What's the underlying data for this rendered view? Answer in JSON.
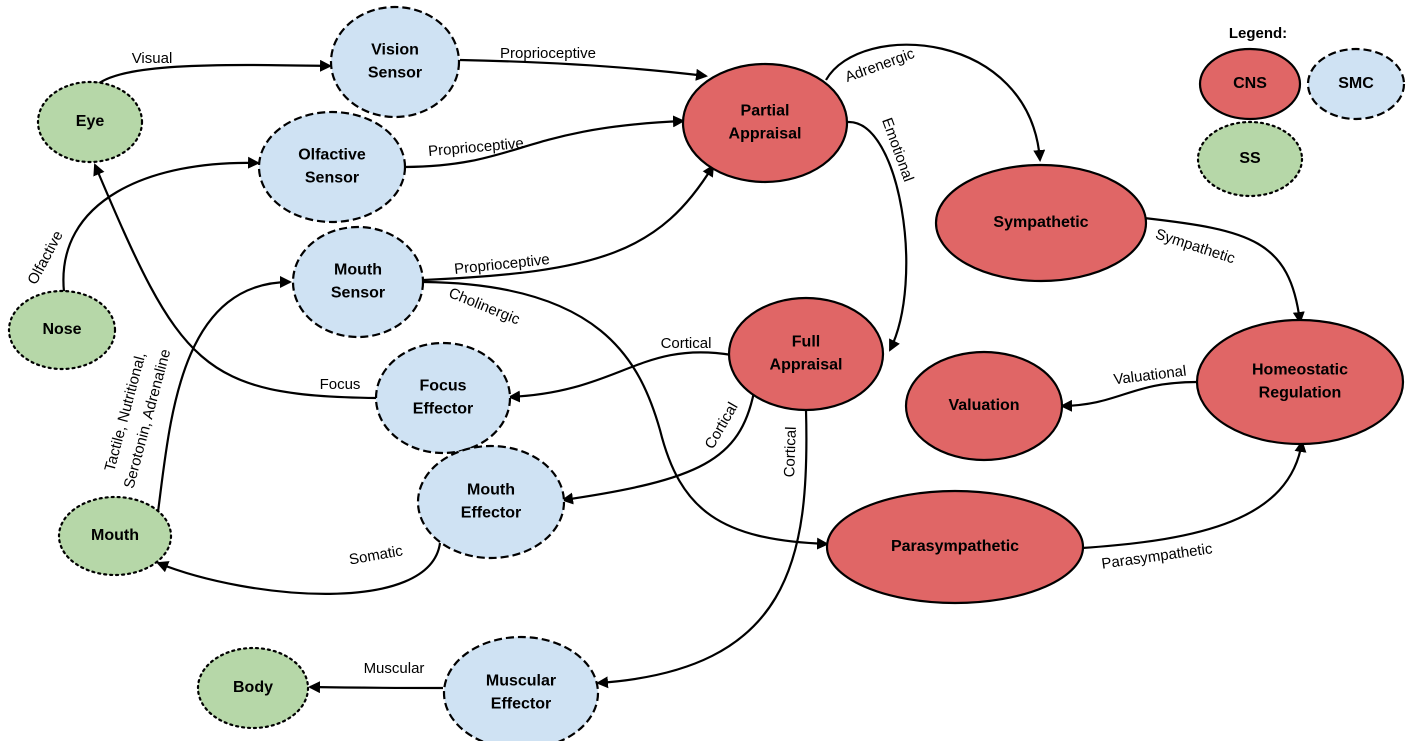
{
  "colors": {
    "cns": "#e06666",
    "smc": "#cfe2f3",
    "ss": "#b6d7a8",
    "stroke": "#000000"
  },
  "legend": {
    "title": "Legend:",
    "items": [
      {
        "id": "cns",
        "label": "CNS",
        "kind": "cns"
      },
      {
        "id": "smc",
        "label": "SMC",
        "kind": "smc"
      },
      {
        "id": "ss",
        "label": "SS",
        "kind": "ss"
      }
    ]
  },
  "nodes": [
    {
      "id": "eye",
      "lines": [
        "Eye"
      ],
      "kind": "ss"
    },
    {
      "id": "nose",
      "lines": [
        "Nose"
      ],
      "kind": "ss"
    },
    {
      "id": "mouth",
      "lines": [
        "Mouth"
      ],
      "kind": "ss"
    },
    {
      "id": "body",
      "lines": [
        "Body"
      ],
      "kind": "ss"
    },
    {
      "id": "vision-sensor",
      "lines": [
        "Vision",
        "Sensor"
      ],
      "kind": "smc"
    },
    {
      "id": "olfactive-sensor",
      "lines": [
        "Olfactive",
        "Sensor"
      ],
      "kind": "smc"
    },
    {
      "id": "mouth-sensor",
      "lines": [
        "Mouth",
        "Sensor"
      ],
      "kind": "smc"
    },
    {
      "id": "focus-effector",
      "lines": [
        "Focus",
        "Effector"
      ],
      "kind": "smc"
    },
    {
      "id": "mouth-effector",
      "lines": [
        "Mouth",
        "Effector"
      ],
      "kind": "smc"
    },
    {
      "id": "muscular-effector",
      "lines": [
        "Muscular",
        "Effector"
      ],
      "kind": "smc"
    },
    {
      "id": "partial-appraisal",
      "lines": [
        "Partial",
        "Appraisal"
      ],
      "kind": "cns"
    },
    {
      "id": "full-appraisal",
      "lines": [
        "Full",
        "Appraisal"
      ],
      "kind": "cns"
    },
    {
      "id": "sympathetic",
      "lines": [
        "Sympathetic"
      ],
      "kind": "cns"
    },
    {
      "id": "parasympathetic",
      "lines": [
        "Parasympathetic"
      ],
      "kind": "cns"
    },
    {
      "id": "homeostatic-regulation",
      "lines": [
        "Homeostatic",
        "Regulation"
      ],
      "kind": "cns"
    },
    {
      "id": "valuation",
      "lines": [
        "Valuation"
      ],
      "kind": "cns"
    }
  ],
  "edges": [
    {
      "id": "e-visual",
      "from": "eye",
      "to": "vision-sensor",
      "label": "Visual"
    },
    {
      "id": "e-olfactive",
      "from": "nose",
      "to": "olfactive-sensor",
      "label": "Olfactive"
    },
    {
      "id": "e-tactile",
      "from": "mouth",
      "to": "mouth-sensor",
      "label": [
        "Tactile, Nutritional,",
        "Serotonin, Adrenaline"
      ]
    },
    {
      "id": "e-focus",
      "from": "focus-effector",
      "to": "eye",
      "label": "Focus"
    },
    {
      "id": "e-somatic",
      "from": "mouth-effector",
      "to": "mouth",
      "label": "Somatic"
    },
    {
      "id": "e-muscular",
      "from": "muscular-effector",
      "to": "body",
      "label": "Muscular"
    },
    {
      "id": "e-prop-vision",
      "from": "vision-sensor",
      "to": "partial-appraisal",
      "label": "Proprioceptive"
    },
    {
      "id": "e-prop-olfactive",
      "from": "olfactive-sensor",
      "to": "partial-appraisal",
      "label": "Proprioceptive"
    },
    {
      "id": "e-prop-mouth",
      "from": "mouth-sensor",
      "to": "partial-appraisal",
      "label": "Proprioceptive"
    },
    {
      "id": "e-cholinergic",
      "from": "mouth-sensor",
      "to": "parasympathetic",
      "label": "Cholinergic"
    },
    {
      "id": "e-adrenergic",
      "from": "partial-appraisal",
      "to": "sympathetic",
      "label": "Adrenergic"
    },
    {
      "id": "e-emotional",
      "from": "partial-appraisal",
      "to": "full-appraisal",
      "label": "Emotional"
    },
    {
      "id": "e-cortical-focus",
      "from": "full-appraisal",
      "to": "focus-effector",
      "label": "Cortical"
    },
    {
      "id": "e-cortical-mouth",
      "from": "full-appraisal",
      "to": "mouth-effector",
      "label": "Cortical"
    },
    {
      "id": "e-cortical-muscular",
      "from": "full-appraisal",
      "to": "muscular-effector",
      "label": "Cortical"
    },
    {
      "id": "e-sympathetic",
      "from": "sympathetic",
      "to": "homeostatic-regulation",
      "label": "Sympathetic"
    },
    {
      "id": "e-parasympathetic",
      "from": "parasympathetic",
      "to": "homeostatic-regulation",
      "label": "Parasympathetic"
    },
    {
      "id": "e-valuational",
      "from": "homeostatic-regulation",
      "to": "valuation",
      "label": "Valuational"
    }
  ]
}
